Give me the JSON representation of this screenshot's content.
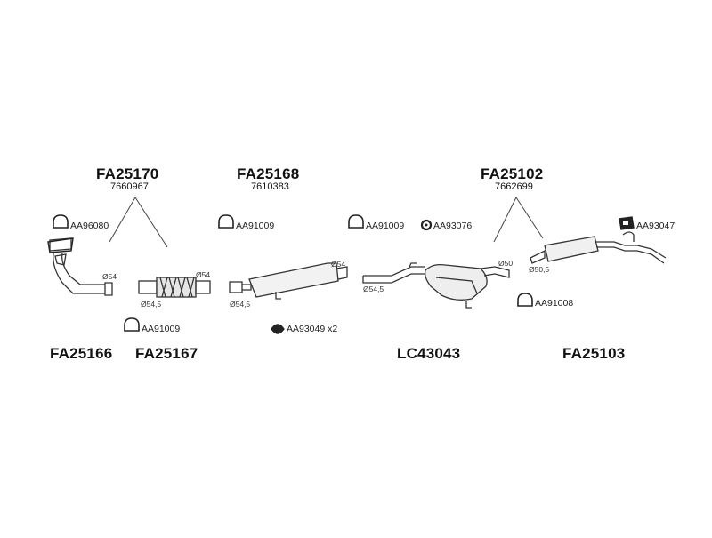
{
  "parts": {
    "fa25170": {
      "code": "FA25170",
      "oe": "7660967"
    },
    "fa25168": {
      "code": "FA25168",
      "oe": "7610383"
    },
    "fa25102": {
      "code": "FA25102",
      "oe": "7662699"
    },
    "fa25166": {
      "code": "FA25166"
    },
    "fa25167": {
      "code": "FA25167"
    },
    "lc43043": {
      "code": "LC43043"
    },
    "fa25103": {
      "code": "FA25103"
    }
  },
  "accessories": {
    "aa96080": "AA96080",
    "aa91009_a": "AA91009",
    "aa91009_b": "AA91009",
    "aa91009_c": "AA91009",
    "aa93076": "AA93076",
    "aa93047": "AA93047",
    "aa93049": "AA93049 x2",
    "aa91008": "AA91008"
  },
  "diameters": {
    "d1": "Ø54",
    "d2": "Ø54",
    "d3": "Ø54,5",
    "d4": "Ø54,5",
    "d5": "Ø54",
    "d6": "Ø54,5",
    "d7": "Ø50",
    "d8": "Ø50,5"
  }
}
